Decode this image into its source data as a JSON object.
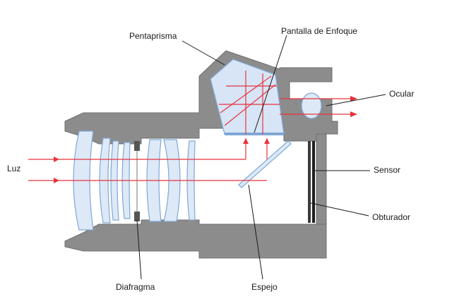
{
  "labels": {
    "pentaprisma": "Pentaprisma",
    "pantalla": "Pantalla de Enfoque",
    "ocular": "Ocular",
    "luz": "Luz",
    "sensor": "Sensor",
    "obturador": "Obturador",
    "diafragma": "Diafragma",
    "espejo": "Espejo"
  },
  "colors": {
    "body": "#8c8c8c",
    "lens_fill": "#dde9f7",
    "lens_stroke": "#7fa7d6",
    "light_ray": "#e8323c",
    "prism_fill": "#d7e5f6",
    "leader": "#1a1a1a"
  }
}
